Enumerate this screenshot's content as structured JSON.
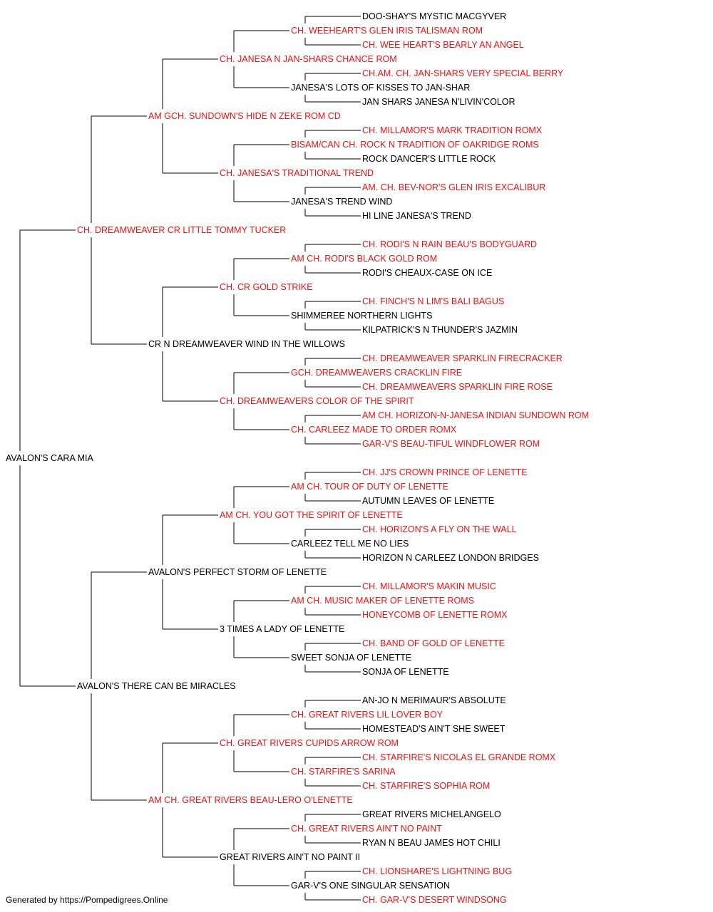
{
  "colors": {
    "champion": "#ee1111",
    "regular": "#000000",
    "line": "#000000"
  },
  "subject": {
    "name": "AVALON'S CARA MIA",
    "ch": false
  },
  "generations": [
    [
      {
        "name": "CH. DREAMWEAVER CR LITTLE TOMMY TUCKER",
        "ch": true
      },
      {
        "name": "AVALON'S THERE CAN BE MIRACLES",
        "ch": false
      }
    ],
    [
      {
        "name": "AM GCH. SUNDOWN'S HIDE N ZEKE ROM CD",
        "ch": true
      },
      {
        "name": "CR N DREAMWEAVER WIND IN THE WILLOWS",
        "ch": false
      },
      {
        "name": "AVALON'S PERFECT STORM OF LENETTE",
        "ch": false
      },
      {
        "name": "AM CH. GREAT RIVERS BEAU-LERO O'LENETTE",
        "ch": true
      }
    ],
    [
      {
        "name": "CH. JANESA N JAN-SHARS CHANCE ROM",
        "ch": true
      },
      {
        "name": "CH. JANESA'S TRADITIONAL TREND",
        "ch": true
      },
      {
        "name": "CH. CR GOLD STRIKE",
        "ch": true
      },
      {
        "name": "CH. DREAMWEAVERS COLOR OF THE SPIRIT",
        "ch": true
      },
      {
        "name": "AM CH. YOU GOT THE SPIRIT OF LENETTE",
        "ch": true
      },
      {
        "name": "3 TIMES A LADY OF LENETTE",
        "ch": false
      },
      {
        "name": "CH. GREAT RIVERS CUPIDS ARROW ROM",
        "ch": true
      },
      {
        "name": "GREAT RIVERS AIN'T NO PAINT II",
        "ch": false
      }
    ],
    [
      {
        "name": "CH. WEEHEART'S GLEN IRIS TALISMAN ROM",
        "ch": true
      },
      {
        "name": "JANESA'S LOTS OF KISSES TO JAN-SHAR",
        "ch": false
      },
      {
        "name": "BISAM/CAN CH. ROCK N TRADITION OF OAKRIDGE ROMS",
        "ch": true
      },
      {
        "name": "JANESA'S TREND WIND",
        "ch": false
      },
      {
        "name": "AM CH. RODI'S BLACK GOLD ROM",
        "ch": true
      },
      {
        "name": "SHIMMEREE NORTHERN LIGHTS",
        "ch": false
      },
      {
        "name": "GCH. DREAMWEAVERS CRACKLIN FIRE",
        "ch": true
      },
      {
        "name": "CH. CARLEEZ MADE TO ORDER ROMX",
        "ch": true
      },
      {
        "name": "AM CH. TOUR OF DUTY OF LENETTE",
        "ch": true
      },
      {
        "name": "CARLEEZ TELL ME NO LIES",
        "ch": false
      },
      {
        "name": "AM CH. MUSIC MAKER OF LENETTE ROMS",
        "ch": true
      },
      {
        "name": "SWEET SONJA OF LENETTE",
        "ch": false
      },
      {
        "name": "CH. GREAT RIVERS LIL LOVER BOY",
        "ch": true
      },
      {
        "name": "CH. STARFIRE'S SARINA",
        "ch": true
      },
      {
        "name": "CH. GREAT RIVERS AIN'T NO PAINT",
        "ch": true
      },
      {
        "name": "GAR-V'S ONE SINGULAR SENSATION",
        "ch": false
      }
    ],
    [
      {
        "name": "DOO-SHAY'S MYSTIC MACGYVER",
        "ch": false
      },
      {
        "name": "CH. WEE HEART'S BEARLY AN ANGEL",
        "ch": true
      },
      {
        "name": "CH.AM. CH. JAN-SHARS VERY SPECIAL BERRY",
        "ch": true
      },
      {
        "name": "JAN SHARS JANESA N'LIVIN'COLOR",
        "ch": false
      },
      {
        "name": "CH. MILLAMOR'S MARK TRADITION ROMX",
        "ch": true
      },
      {
        "name": "ROCK DANCER'S LITTLE ROCK",
        "ch": false
      },
      {
        "name": "AM. CH. BEV-NOR'S GLEN IRIS EXCALIBUR",
        "ch": true
      },
      {
        "name": "HI LINE JANESA'S TREND",
        "ch": false
      },
      {
        "name": "CH. RODI'S N RAIN BEAU'S BODYGUARD",
        "ch": true
      },
      {
        "name": "RODI'S CHEAUX-CASE ON ICE",
        "ch": false
      },
      {
        "name": "CH. FINCH'S N LIM'S BALI BAGUS",
        "ch": true
      },
      {
        "name": "KILPATRICK'S N THUNDER'S JAZMIN",
        "ch": false
      },
      {
        "name": "CH. DREAMWEAVER SPARKLIN FIRECRACKER",
        "ch": true
      },
      {
        "name": "CH. DREAMWEAVERS SPARKLIN FIRE ROSE",
        "ch": true
      },
      {
        "name": "AM CH. HORIZON-N-JANESA INDIAN SUNDOWN ROM",
        "ch": true
      },
      {
        "name": "GAR-V'S BEAU-TIFUL WINDFLOWER ROM",
        "ch": true
      },
      {
        "name": "CH. JJ'S CROWN PRINCE OF LENETTE",
        "ch": true
      },
      {
        "name": "AUTUMN LEAVES OF LENETTE",
        "ch": false
      },
      {
        "name": "CH. HORIZON'S A FLY ON THE WALL",
        "ch": true
      },
      {
        "name": "HORIZON N CARLEEZ LONDON BRIDGES",
        "ch": false
      },
      {
        "name": "CH. MILLAMOR'S MAKIN MUSIC",
        "ch": true
      },
      {
        "name": "HONEYCOMB OF LENETTE ROMX",
        "ch": true
      },
      {
        "name": "CH. BAND OF GOLD OF LENETTE",
        "ch": true
      },
      {
        "name": "SONJA OF LENETTE",
        "ch": false
      },
      {
        "name": "AN-JO N MERIMAUR'S ABSOLUTE",
        "ch": false
      },
      {
        "name": "HOMESTEAD'S AIN'T SHE SWEET",
        "ch": false
      },
      {
        "name": "CH. STARFIRE'S NICOLAS EL GRANDE ROMX",
        "ch": true
      },
      {
        "name": "CH. STARFIRE'S SOPHIA ROM",
        "ch": true
      },
      {
        "name": "GREAT RIVERS MICHELANGELO",
        "ch": false
      },
      {
        "name": "RYAN N BEAU JAMES HOT CHILI",
        "ch": false
      },
      {
        "name": "CH. LIONSHARE'S LIGHTNING BUG",
        "ch": true
      },
      {
        "name": "CH. GAR-V'S DESERT WINDSONG",
        "ch": true
      }
    ]
  ],
  "footer": "Generated by https://Pompedigrees.Online"
}
